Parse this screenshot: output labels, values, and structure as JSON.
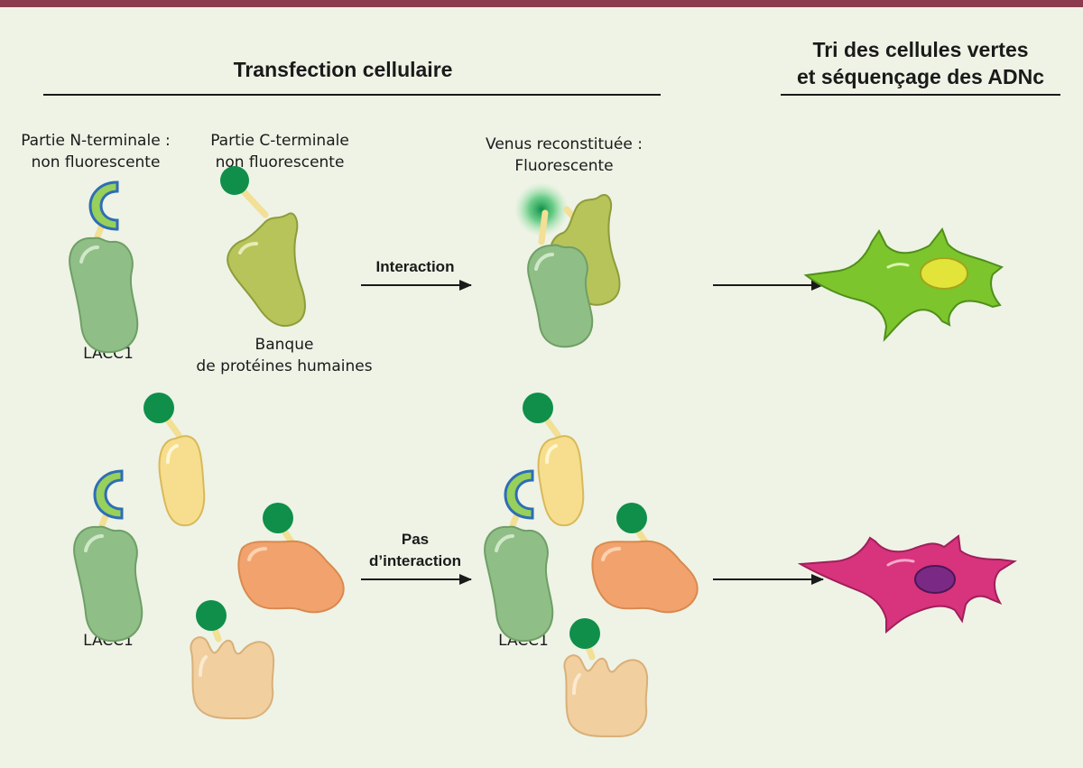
{
  "headings": {
    "transfection": "Transfection cellulaire",
    "sorting_line1": "Tri des cellules vertes",
    "sorting_line2": "et séquençage des ADNc"
  },
  "labels": {
    "n_terminal_line1": "Partie N-terminale :",
    "n_terminal_line2": "non fluorescente",
    "c_terminal_line1": "Partie C-terminale",
    "c_terminal_line2": "non fluorescente",
    "venus_line1": "Venus reconstituée :",
    "venus_line2": "Fluorescente",
    "lacc1_top": "LACC1",
    "bank_line1": "Banque",
    "bank_line2": "de protéines humaines",
    "lacc1_bottom_left": "LACC1",
    "lacc1_bottom_mid": "LACC1"
  },
  "arrows": {
    "interaction": "Interaction",
    "no_interaction_line1": "Pas",
    "no_interaction_line2": "d’interaction"
  },
  "colors": {
    "frame_bar": "#8c3b4f",
    "background": "#eef3e6",
    "lacc1_green": "#8fbf86",
    "library_olive": "#b7c45a",
    "fluor_green": "#0f8f4a",
    "venus_n_blue": "#2f6db5",
    "green_cell": "#7dc52c",
    "green_cell_nucleus": "#e2e43a",
    "pink_cell": "#d8337d",
    "pink_cell_nucleus": "#7a2a84",
    "yellow_protein": "#f6de8e",
    "orange_protein": "#f2a36d",
    "peach_protein": "#f1cf9e"
  }
}
